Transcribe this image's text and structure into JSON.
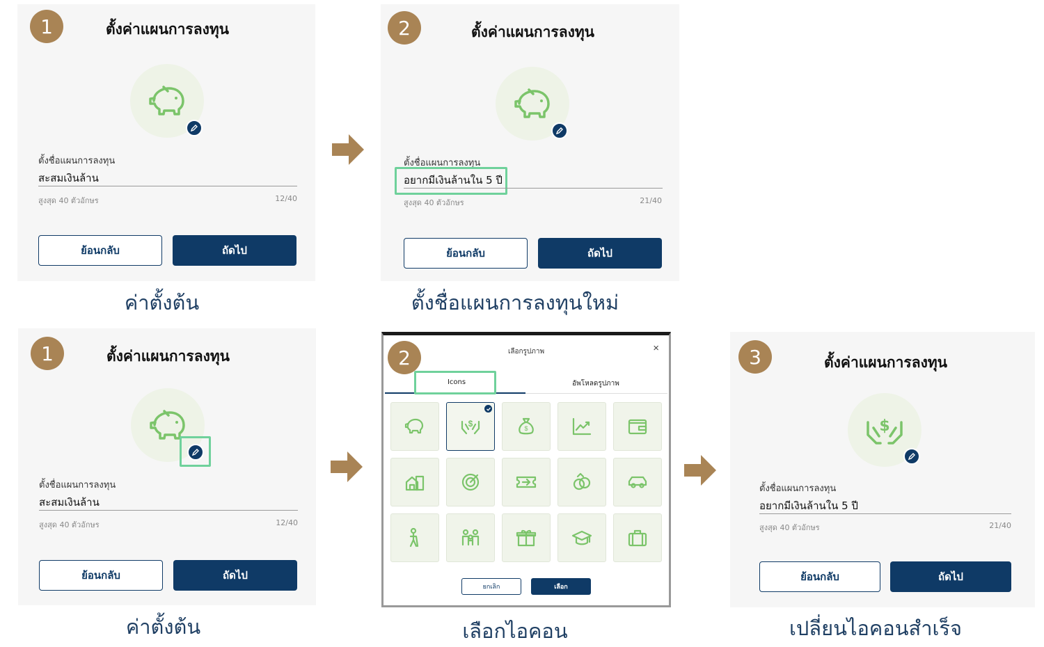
{
  "colors": {
    "accent": "#0f3a66",
    "badge": "#a98455",
    "icon_green": "#7bc46a",
    "highlight": "#6fd19b"
  },
  "panels": [
    {
      "step": "1",
      "title": "ตั้งค่าแผนการลงทุน",
      "icon": "piggy-bank-icon",
      "field_label": "ตั้งชื่อแผนการลงทุน",
      "field_value": "สะสมเงินล้าน",
      "hint": "สูงสุด 40 ตัวอักษร",
      "counter": "12/40",
      "back": "ย้อนกลับ",
      "next": "ถัดไป"
    },
    {
      "step": "2",
      "title": "ตั้งค่าแผนการลงทุน",
      "icon": "piggy-bank-icon",
      "field_label": "ตั้งชื่อแผนการลงทุน",
      "field_value": "อยากมีเงินล้านใน 5 ปี",
      "hint": "สูงสุด 40 ตัวอักษร",
      "counter": "21/40",
      "back": "ย้อนกลับ",
      "next": "ถัดไป"
    },
    {
      "step": "1",
      "title": "ตั้งค่าแผนการลงทุน",
      "icon": "piggy-bank-icon",
      "field_label": "ตั้งชื่อแผนการลงทุน",
      "field_value": "สะสมเงินล้าน",
      "hint": "สูงสุด 40 ตัวอักษร",
      "counter": "12/40",
      "back": "ย้อนกลับ",
      "next": "ถัดไป"
    },
    {
      "step": "3",
      "title": "ตั้งค่าแผนการลงทุน",
      "icon": "hands-money-icon",
      "field_label": "ตั้งชื่อแผนการลงทุน",
      "field_value": "อยากมีเงินล้านใน 5 ปี",
      "hint": "สูงสุด 40 ตัวอักษร",
      "counter": "21/40",
      "back": "ย้อนกลับ",
      "next": "ถัดไป"
    }
  ],
  "captions": [
    "ค่าตั้งต้น",
    "ตั้งชื่อแผนการลงทุนใหม่",
    "ค่าตั้งต้น",
    "เลือกไอคอน",
    "เปลี่ยนไอคอนสำเร็จ"
  ],
  "modal": {
    "step": "2",
    "title": "เลือกรูปภาพ",
    "close": "×",
    "tabs": [
      "Icons",
      "อัพโหลดรูปภาพ"
    ],
    "icons": [
      "piggy-bank-icon",
      "hands-money-icon",
      "money-bag-icon",
      "chart-trend-icon",
      "wallet-icon",
      "house-icon",
      "target-icon",
      "ticket-icon",
      "rings-icon",
      "car-icon",
      "elderly-icon",
      "family-icon",
      "gift-icon",
      "graduation-cap-icon",
      "suitcase-icon"
    ],
    "selected_index": 1,
    "cancel": "ยกเลิก",
    "ok": "เลือก"
  }
}
